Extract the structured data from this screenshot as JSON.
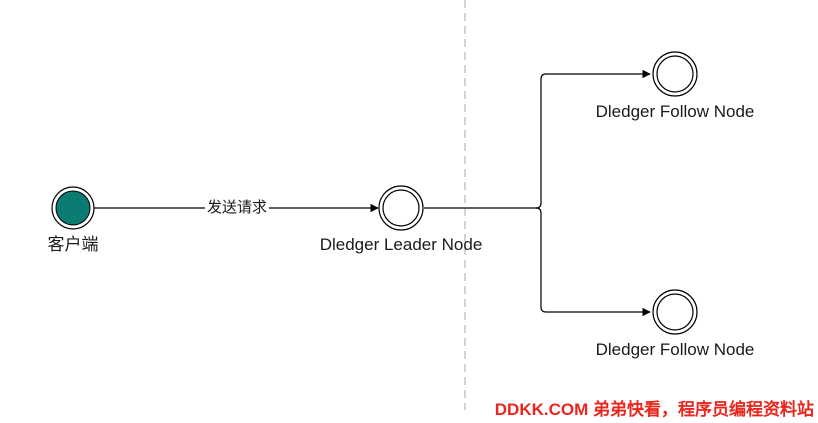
{
  "nodes": {
    "client": {
      "label": "客户端",
      "fill": "#0c7c72"
    },
    "leader": {
      "label": "Dledger Leader Node"
    },
    "follower_top": {
      "label": "Dledger Follow Node"
    },
    "follower_bottom": {
      "label": "Dledger Follow Node"
    }
  },
  "edges": {
    "client_to_leader": {
      "label": "发送请求"
    }
  },
  "watermark": {
    "text": "DDKK.COM 弟弟快看，程序员编程资料站",
    "color": "#e8261d"
  }
}
